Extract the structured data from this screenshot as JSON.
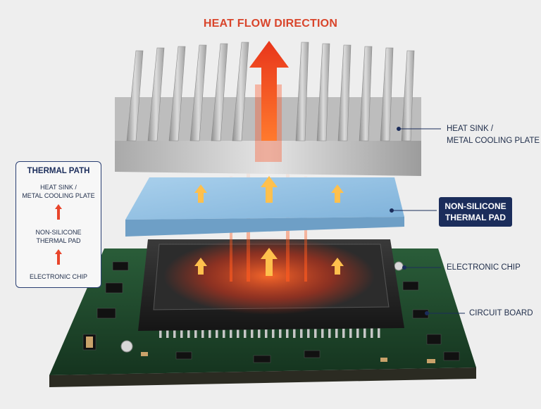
{
  "title": "HEAT FLOW DIRECTION",
  "labels": {
    "heat_sink": [
      "HEAT SINK /",
      "METAL COOLING PLATE"
    ],
    "thermal_pad": [
      "NON-SILICONE",
      "THERMAL PAD"
    ],
    "chip": "ELECTRONIC CHIP",
    "board": "CIRCUIT BOARD"
  },
  "legend": {
    "title": "THERMAL PATH",
    "items": [
      [
        "HEAT SINK /",
        "METAL COOLING PLATE"
      ],
      [
        "NON-SILICONE",
        "THERMAL PAD"
      ],
      [
        "ELECTRONIC CHIP"
      ]
    ]
  },
  "colors": {
    "title": "#d9452b",
    "navy": "#1b2d5b",
    "pad": "#8fbde0",
    "board": "#1e4a2e",
    "heat": "#ff5a1f",
    "arrow": "#ffb347"
  }
}
